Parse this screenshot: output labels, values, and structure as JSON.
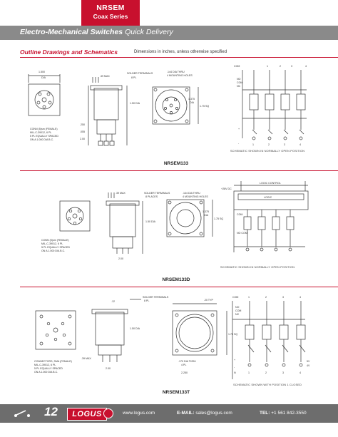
{
  "header": {
    "series_title": "NRSEM",
    "series_sub": "Coax Series",
    "band_title": "Electro-Mechanical Switches",
    "band_sub": "Quick Delivery"
  },
  "section": {
    "heading": "Outline Drawings and Schematics",
    "note": "Dimensions in inches, unless otherwise specified"
  },
  "panels": [
    {
      "label": "NRSEM133",
      "caption": "SCHEMATIC SHOWN IN NORMALLY OPEN POSITION",
      "dims": {
        "front": [
          "1.500",
          "DIA"
        ],
        "side": [
          ".39 MAX",
          "SOLDER TERMINALS",
          "8 PL",
          "1.50 DIA",
          ".250",
          ".055",
          "2.00"
        ],
        "top": [
          ".144 DIA THRU",
          "4 MOUNTING HOLES",
          "1.375",
          "DIA",
          "1.75 SQ"
        ],
        "note": [
          "CONN (5)sm (FEMALE)",
          "MIL-C-39012, 6 PL",
          "5 PL EQUALLY SPACED",
          "ON A 1.000 DIA B.C."
        ]
      },
      "schematic": [
        "COM",
        "1",
        "2",
        "3",
        "4",
        "NO",
        "COM",
        "NC",
        "+",
        "-",
        "1",
        "2",
        "3",
        "4"
      ]
    },
    {
      "label": "NRSEM133D",
      "caption": "SCHEMATIC SHOWN IN NORMALLY OPEN POSITION",
      "dims": {
        "side": [
          ".39 MAX",
          "SOLDER TERMINALS",
          "8 PLACES",
          "1.50 DIA",
          "2.00"
        ],
        "top": [
          ".144 DIA THRU",
          "4 MOUNTING HOLES",
          "1.375",
          "DIA",
          "1.75 SQ"
        ],
        "note": [
          "CONN (5)sm (FEMALE)",
          "MIL-C-39012, 6 PL",
          "5 PL EQUALLY SPACED",
          "ON A 1.000 DIA B.C."
        ]
      },
      "schematic": [
        "LOGIC CONTROL",
        "+28V DC",
        "LOGIC",
        "COM",
        "NO COM"
      ]
    },
    {
      "label": "NRSEM133T",
      "caption": "SCHEMATIC SHOWN WITH POSITION 1 CLOSED",
      "dims": {
        "side": [
          ".12",
          "SOLDER TERMINALS",
          "8 PL",
          "1.50 DIA",
          ".39 MAX",
          "2.00"
        ],
        "top": [
          ".20 TYP",
          "1.75 SQ",
          ".170 DIA THRU",
          "4 PL",
          "2.250"
        ],
        "note": [
          "CONNECTORS, SMA (FEMALE)",
          "MIL-C-39012, 6 PL",
          "5 PL EQUALLY SPACED",
          "ON A 1.000 DIA B.C."
        ]
      },
      "schematic": [
        "COM",
        "1",
        "2",
        "3",
        "4",
        "NO",
        "COM",
        "NC",
        "5V",
        "4V",
        "+",
        "-",
        "N",
        "1",
        "2",
        "3",
        "4"
      ]
    }
  ],
  "footer": {
    "page_number": "12",
    "logo": "LOGUS",
    "website": "www.logus.com",
    "email_label": "E-MAIL:",
    "email": "sales@logus.com",
    "tel_label": "TEL:",
    "tel": "+1 561 842-3550"
  }
}
